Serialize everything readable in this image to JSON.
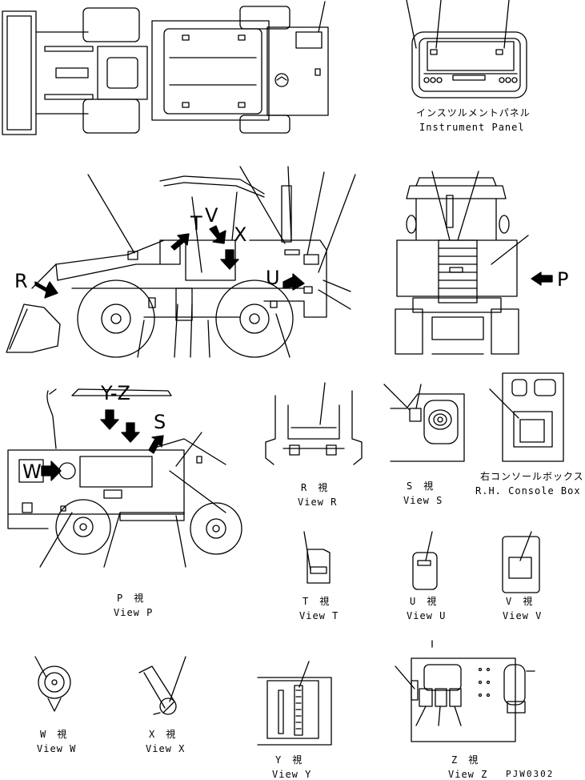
{
  "labels": {
    "instrument_panel_jp": "インスツルメントパネル",
    "instrument_panel_en": "Instrument Panel",
    "console_box_jp": "右コンソールボックス",
    "console_box_en": "R.H. Console Box",
    "view_r_jp": "R　視",
    "view_r_en": "View R",
    "view_s_jp": "S　視",
    "view_s_en": "View S",
    "view_p_jp": "P　視",
    "view_p_en": "View P",
    "view_t_jp": "T　視",
    "view_t_en": "View T",
    "view_u_jp": "U　視",
    "view_u_en": "View U",
    "view_v_jp": "V　視",
    "view_v_en": "View V",
    "view_w_jp": "W　視",
    "view_w_en": "View W",
    "view_x_jp": "X　視",
    "view_x_en": "View X",
    "view_y_jp": "Y　視",
    "view_y_en": "View Y",
    "view_z_jp": "Z　視",
    "view_z_en": "View Z",
    "drawing_code": "PJW0302"
  },
  "view_letters": {
    "r": "R",
    "p": "P",
    "t": "T",
    "v": "V",
    "x": "X",
    "u": "U",
    "y_z": "Y-Z",
    "s": "S",
    "w": "W"
  }
}
